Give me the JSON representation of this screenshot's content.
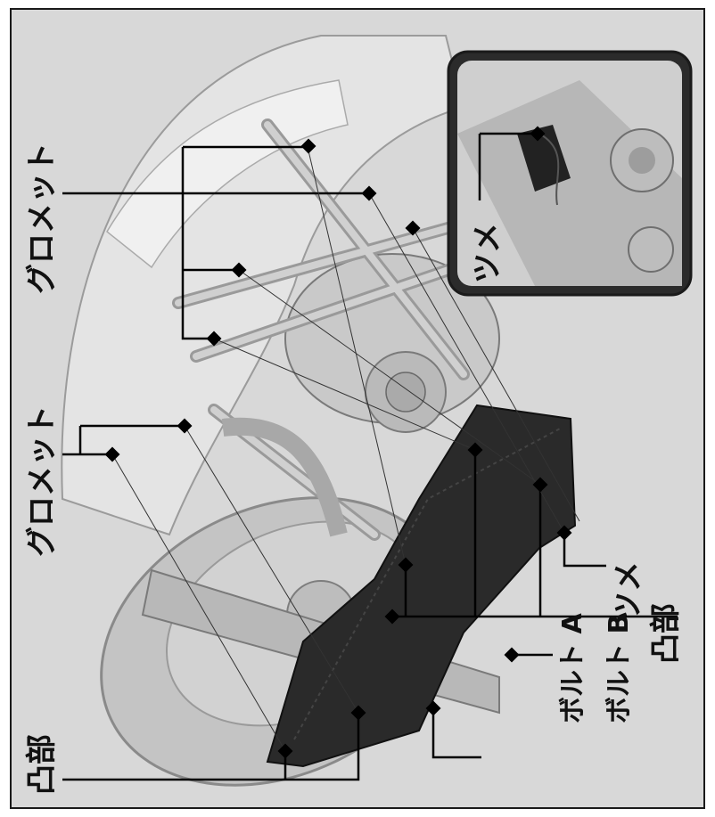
{
  "labels": {
    "grommet": "グロメット",
    "boss": "凸部",
    "clip": "ツメ",
    "bolt_a": "ボルト A",
    "bolt_b": "ボルト B"
  },
  "colors": {
    "background": "#d9d9d9",
    "part": "#2a2a2a",
    "frame": "#1a1a1a"
  }
}
